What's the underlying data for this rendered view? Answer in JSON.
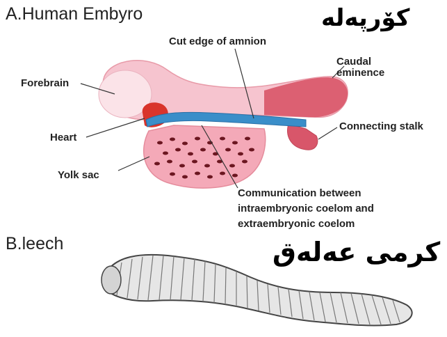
{
  "section_a": {
    "heading": "A.Human Embyro",
    "kurdish_title": "كۆرپەلە",
    "labels": {
      "cut_edge": "Cut edge of amnion",
      "caudal_1": "Caudal",
      "caudal_2": "eminence",
      "forebrain": "Forebrain",
      "heart": "Heart",
      "connecting_stalk": "Connecting stalk",
      "yolk_sac": "Yolk sac",
      "communication_1": "Communication between",
      "communication_2": "intraembryonic coelom and",
      "communication_3": "extraembryonic coelom"
    }
  },
  "section_b": {
    "heading": "B.leech",
    "kurdish_title": "كرمى عەلەق"
  },
  "colors": {
    "embryo_pink": "#f2a6b4",
    "embryo_red": "#d24a5a",
    "vessel_blue": "#3a8ec9",
    "heart_red": "#d9342b",
    "leech_grey": "#9a9a9a"
  }
}
